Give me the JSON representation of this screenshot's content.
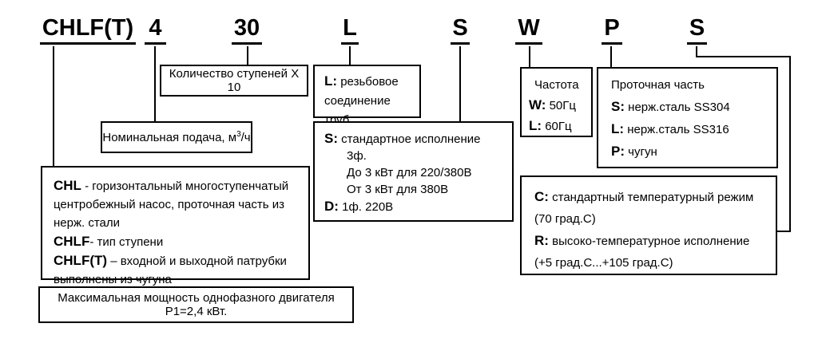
{
  "colors": {
    "ink": "#000000",
    "background": "#ffffff"
  },
  "code_row": {
    "parts": [
      "CHLF(T)",
      "4",
      "30",
      "L",
      "S",
      "W",
      "P",
      "S"
    ]
  },
  "boxes": {
    "stages": {
      "text": "Количество ступеней X 10"
    },
    "flow_rate": {
      "prefix": "Номинальная подача, м",
      "sup": "3",
      "suffix": "/ч"
    },
    "pipe": {
      "key": "L:",
      "text": "резьбовое",
      "line2": "соединение труб"
    },
    "power": {
      "s_key": "S:",
      "s_text": "стандартное исполнение",
      "detail1": "3ф.",
      "detail2": "До 3 кВт для 220/380В",
      "detail3": "От 3 кВт для 380В",
      "d_key": "D:",
      "d_text": "1ф. 220В"
    },
    "frequency": {
      "title": "Частота",
      "w_key": "W:",
      "w_text": "50Гц",
      "l_key": "L:",
      "l_text": "60Гц"
    },
    "flow_part": {
      "title": "Проточная часть",
      "s_key": "S:",
      "s_text": "нерж.сталь SS304",
      "l_key": "L:",
      "l_text": "нерж.сталь SS316",
      "p_key": "P:",
      "p_text": "чугун"
    },
    "series": {
      "chl_key": "CHL",
      "chl_text": " - горизонтальный многоступенчатый центробежный насос, проточная часть из нерж. стали",
      "chlf_key": "CHLF",
      "chlf_text": "- тип ступени",
      "chlft_key": "CHLF(T)",
      "chlft_text": " – входной и выходной патрубки выполнены из чугуна"
    },
    "temperature": {
      "c_key": "C:",
      "c_text": "стандартный температурный режим",
      "c_note": "(70 град.С)",
      "r_key": "R:",
      "r_text": "высоко-температурное исполнение",
      "r_note": "(+5 град.С...+105 град.С)"
    },
    "max_power": {
      "text": "Максимальная мощность однофазного двигателя P1=2,4 кВт."
    }
  }
}
